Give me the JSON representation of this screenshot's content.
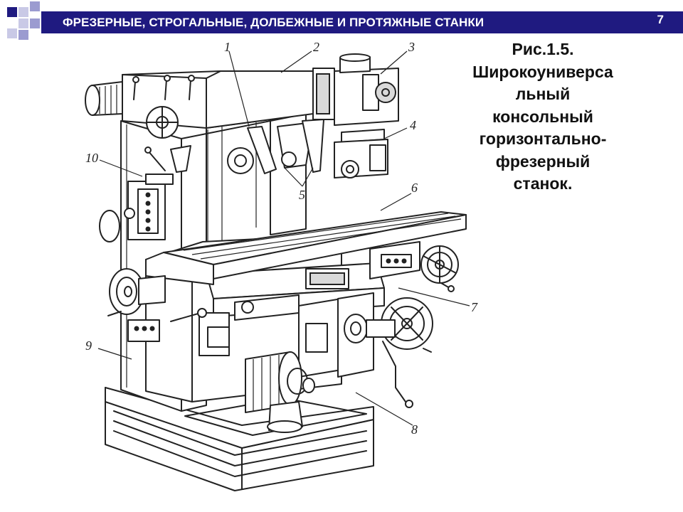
{
  "header": {
    "title": "ФРЕЗЕРНЫЕ, СТРОГАЛЬНЫЕ, ДОЛБЕЖНЫЕ И ПРОТЯЖНЫЕ СТАНКИ",
    "page_number": "7",
    "bar_color": "#1f1a80",
    "deco_colors": [
      "#1f1a80",
      "#9b9bd0",
      "#c9c9e6"
    ]
  },
  "caption": {
    "lines": [
      "Рис.1.5.",
      "Широкоуниверса",
      "льный",
      "консольный",
      "горизонтально-",
      "фрезерный",
      "станок."
    ]
  },
  "diagram": {
    "labels": [
      "1",
      "2",
      "3",
      "4",
      "5",
      "6",
      "7",
      "8",
      "9",
      "10"
    ]
  }
}
